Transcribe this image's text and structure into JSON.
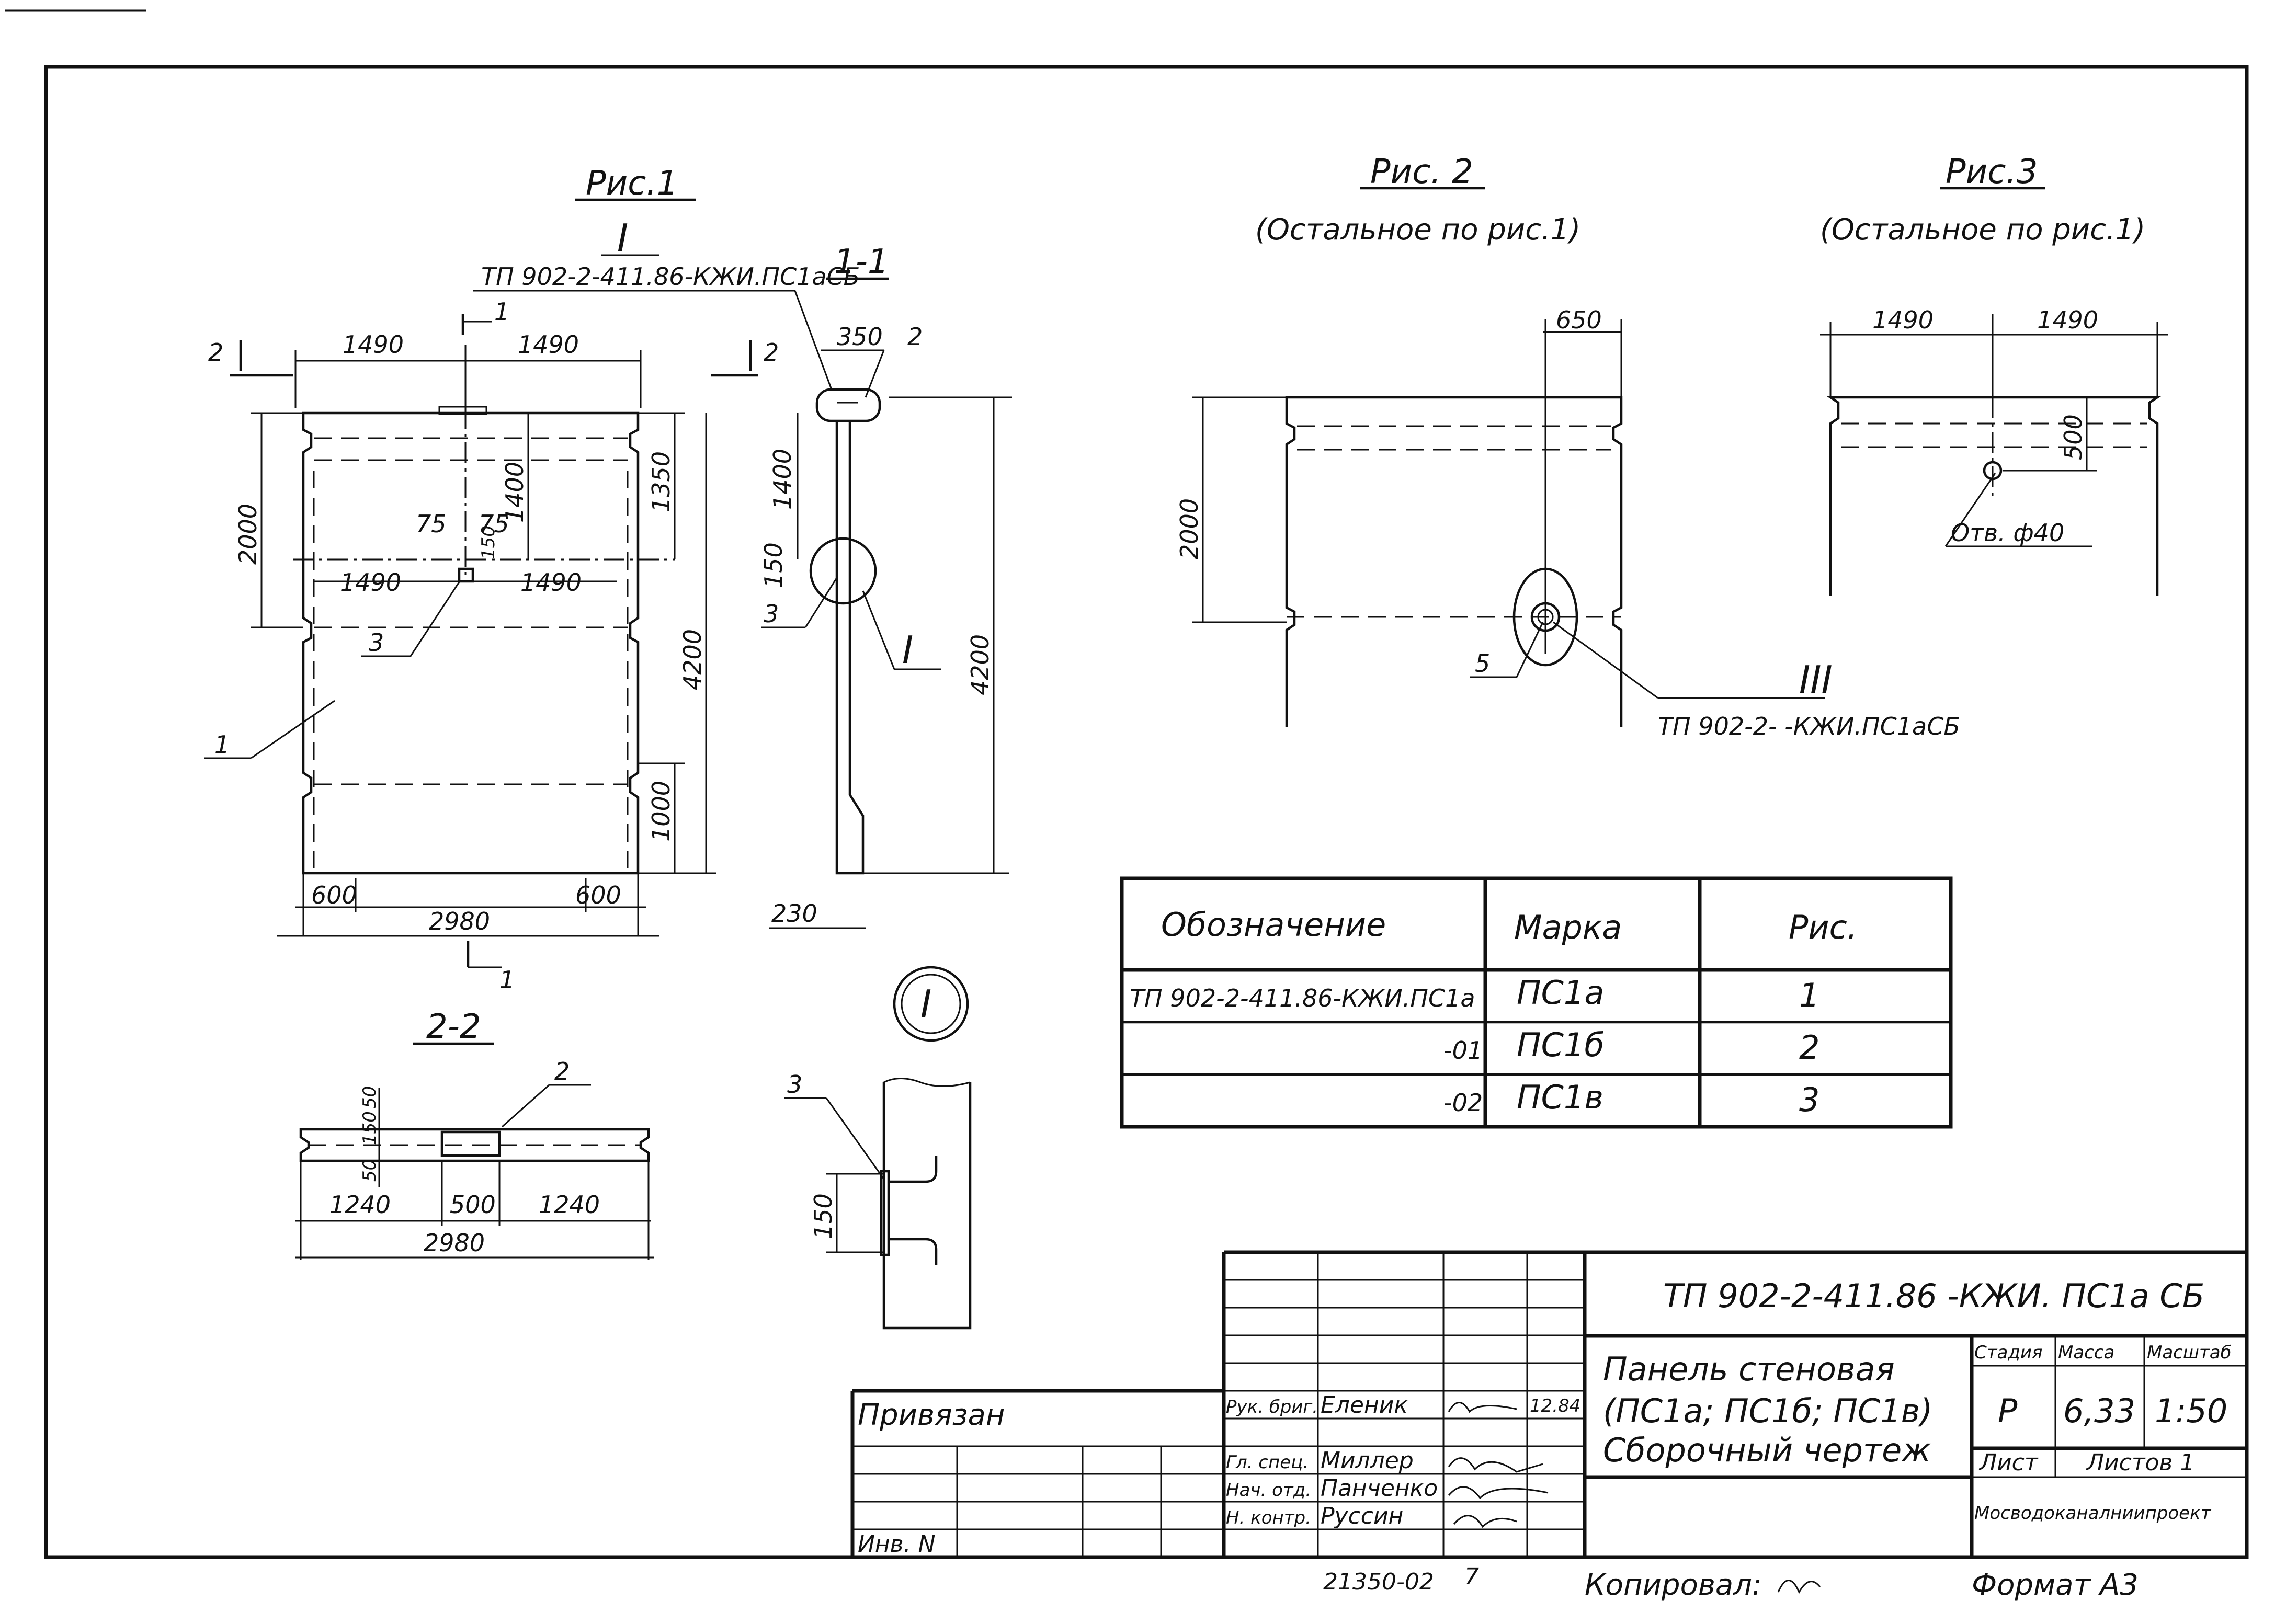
{
  "fig1": {
    "title": "Рис.1",
    "section_mark": "I",
    "ref_code": "ТП 902-2-411.86-КЖИ.ПС1аСБ",
    "cut_1": "1",
    "cut_2": "2",
    "dims": {
      "top_left": "1490",
      "top_right": "1490",
      "mid_left": "1490",
      "mid_right": "1490",
      "h_2000": "2000",
      "h_1400": "1400",
      "h_1350": "1350",
      "h_4200": "4200",
      "h_1000": "1000",
      "w_75a": "75",
      "w_75b": "75",
      "w_150": "150",
      "bottom_600l": "600",
      "bottom_600r": "600",
      "bottom_total": "2980"
    },
    "callout_1": "1",
    "callout_3": "3"
  },
  "section11": {
    "title": "1-1",
    "dim_350": "350",
    "dim_1400": "1400",
    "dim_150": "150",
    "dim_4200": "4200",
    "dim_230": "230",
    "callout_2": "2",
    "callout_3": "3",
    "detail_mark": "I"
  },
  "section22": {
    "title": "2-2",
    "callout_2": "2",
    "dim_50a": "50",
    "dim_150": "150",
    "dim_50b": "50",
    "dim_1240a": "1240",
    "dim_500": "500",
    "dim_1240b": "1240",
    "dim_2980": "2980"
  },
  "detail1": {
    "mark": "I",
    "callout_3": "3",
    "dim_150": "150"
  },
  "fig2": {
    "title": "Рис. 2",
    "subtitle": "(Остальное по рис.1)",
    "dim_650": "650",
    "dim_2000": "2000",
    "callout_5": "5",
    "section_mark": "III",
    "ref_code": "ТП 902-2-     -КЖИ.ПС1аСБ"
  },
  "fig3": {
    "title": "Рис.3",
    "subtitle": "(Остальное по рис.1)",
    "dim_left": "1490",
    "dim_right": "1490",
    "dim_500": "500",
    "hole_label": "Отв. ф40"
  },
  "spec_table": {
    "headers": [
      "Обозначение",
      "Марка",
      "Рис."
    ],
    "rows": [
      [
        "ТП 902-2-411.86-КЖИ.ПС1а",
        "ПС1а",
        "1"
      ],
      [
        "-01",
        "ПС1б",
        "2"
      ],
      [
        "-02",
        "ПС1в",
        "3"
      ]
    ]
  },
  "title_block": {
    "doc_code": "ТП 902-2-411.86   -КЖИ. ПС1а СБ",
    "title_line1": "Панель стеновая",
    "title_line2": "(ПС1а; ПС1б; ПС1в)",
    "title_line3": "Сборочный чертеж",
    "stage_header": "Стадия",
    "mass_header": "Масса",
    "scale_header": "Масштаб",
    "stage": "Р",
    "mass": "6,33",
    "scale": "1:50",
    "sheet_label": "Лист",
    "sheets_label": "Листов 1",
    "organization": "Мосводоканалниипроект",
    "bound_label": "Привязан",
    "inv_label": "Инв. N",
    "signatures": [
      {
        "role": "Рук. бриг.",
        "name": "Еленик",
        "date": "12.84"
      },
      {
        "role": "Гл. спец.",
        "name": "Миллер",
        "date": ""
      },
      {
        "role": "Нач. отд.",
        "name": "Панченко",
        "date": ""
      },
      {
        "role": "Н. контр.",
        "name": "Руссин",
        "date": ""
      }
    ]
  },
  "footer": {
    "inv_number": "21350-02",
    "sheet_no": "7",
    "copied_label": "Копировал:",
    "format_label": "Формат А3"
  }
}
